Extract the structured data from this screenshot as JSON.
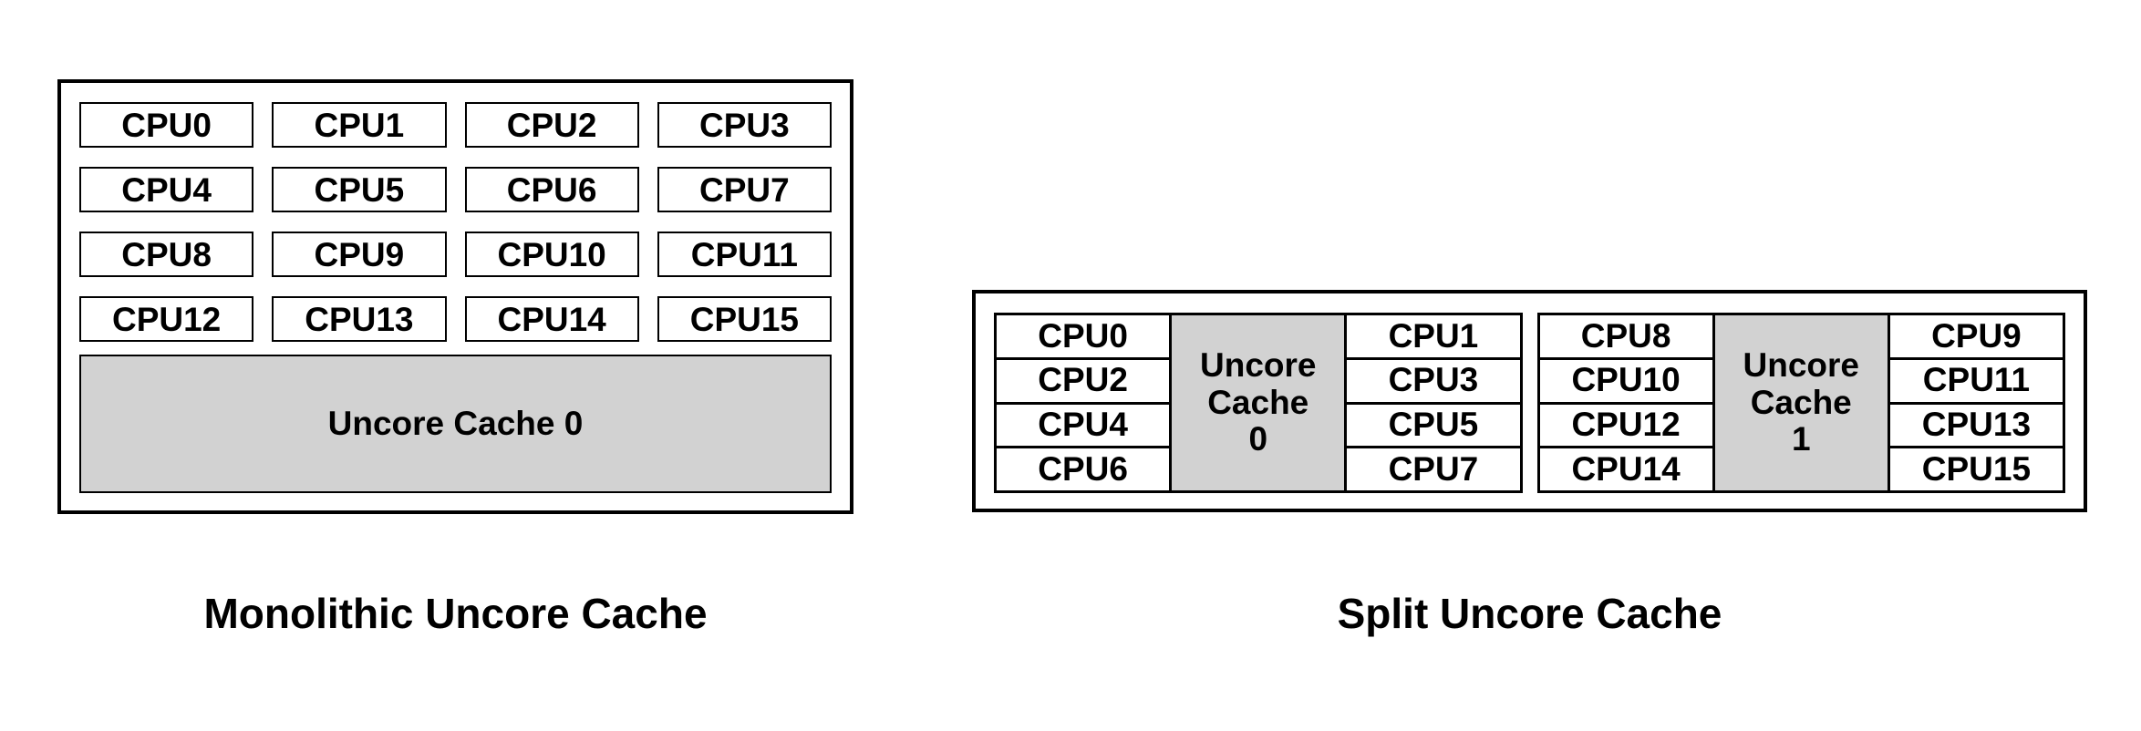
{
  "figures": {
    "monolithic": {
      "caption": "Monolithic Uncore Cache",
      "cpus": [
        "CPU0",
        "CPU1",
        "CPU2",
        "CPU3",
        "CPU4",
        "CPU5",
        "CPU6",
        "CPU7",
        "CPU8",
        "CPU9",
        "CPU10",
        "CPU11",
        "CPU12",
        "CPU13",
        "CPU14",
        "CPU15"
      ],
      "cache": "Uncore Cache 0"
    },
    "split": {
      "caption": "Split Uncore Cache",
      "clusters": [
        {
          "left_cpus": [
            "CPU0",
            "CPU2",
            "CPU4",
            "CPU6"
          ],
          "cache": "Uncore Cache 0",
          "right_cpus": [
            "CPU1",
            "CPU3",
            "CPU5",
            "CPU7"
          ]
        },
        {
          "left_cpus": [
            "CPU8",
            "CPU10",
            "CPU12",
            "CPU14"
          ],
          "cache": "Uncore Cache 1",
          "right_cpus": [
            "CPU9",
            "CPU11",
            "CPU13",
            "CPU15"
          ]
        }
      ]
    }
  },
  "colors": {
    "background": "#ffffff",
    "border": "#000000",
    "text": "#000000",
    "cache_fill": "#d2d2d2"
  }
}
